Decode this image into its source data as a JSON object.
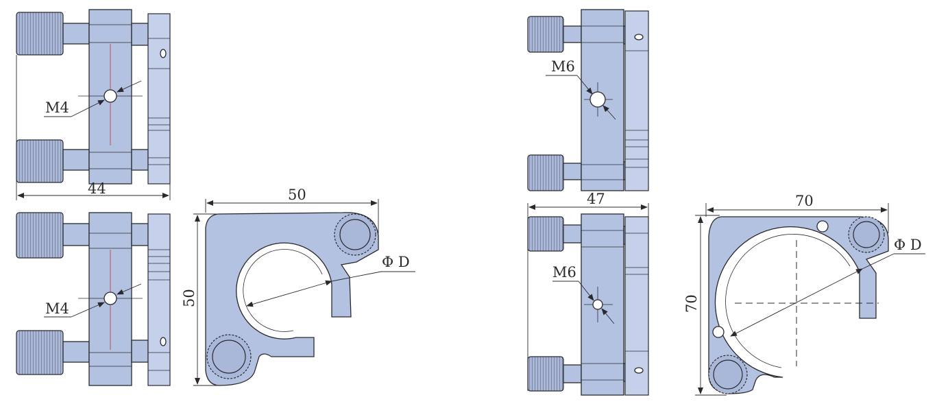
{
  "left_assembly": {
    "width_dimension": "44",
    "thread_label_upper": "M4",
    "thread_label_lower": "M4",
    "clamp_width": "50",
    "clamp_height": "50",
    "bore_label": "Φ D"
  },
  "right_assembly": {
    "width_dimension": "47",
    "thread_label_upper": "M6",
    "thread_label_lower": "M6",
    "clamp_width": "70",
    "clamp_height": "70",
    "bore_label": "Φ D"
  },
  "colors": {
    "part_fill": "#b4c2e2",
    "outline": "#2a2a2e",
    "background": "#ffffff"
  }
}
